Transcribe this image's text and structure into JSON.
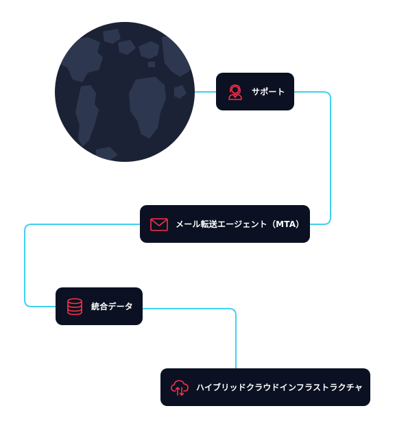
{
  "diagram": {
    "nodes": {
      "support": {
        "label": "サポート",
        "icon": "headset-agent-icon"
      },
      "mta": {
        "label": "メール転送エージェント（MTA）",
        "icon": "envelope-icon"
      },
      "data": {
        "label": "統合データ",
        "icon": "database-icon"
      },
      "hybrid": {
        "label": "ハイブリッドクラウドインフラストラクチャ",
        "icon": "cloud-sync-icon"
      }
    },
    "globe": {
      "icon": "globe-icon"
    },
    "colors": {
      "node_background": "#0b1122",
      "node_text": "#ffffff",
      "icon_accent": "#ff3048",
      "connector": "#3fd0f0",
      "globe_ocean": "#1c2235",
      "globe_land": "#2d3850"
    }
  }
}
